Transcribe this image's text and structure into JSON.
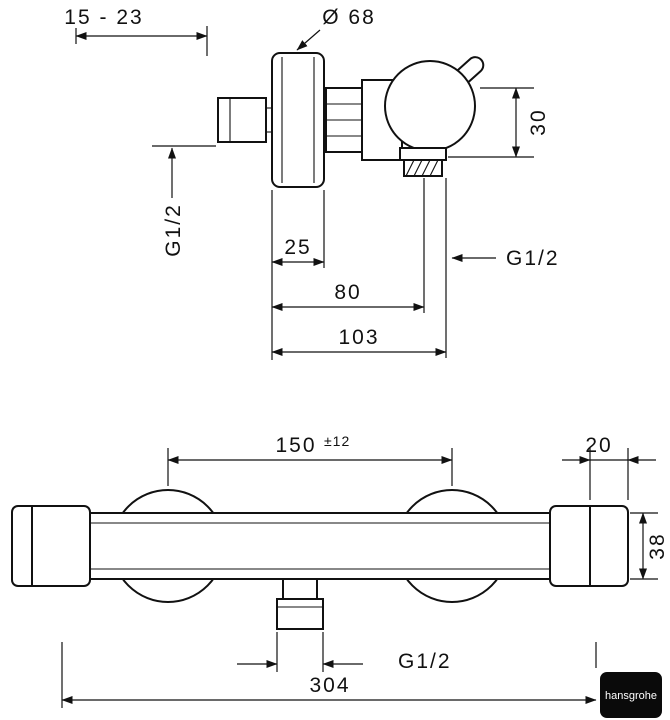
{
  "drawing": {
    "ink_color": "#111111",
    "background": "#ffffff",
    "top_view": {
      "dim_wall_depth": "15 - 23",
      "dim_escutcheon_diameter": "Ø 68",
      "dim_outlet_height": "30",
      "label_inlet_thread": "G1/2",
      "dim_escutcheon_depth": "25",
      "dim_outlet_offset": "80",
      "dim_overall_depth": "103",
      "label_outlet_thread": "G1/2"
    },
    "front_view": {
      "dim_inlet_centers": "150",
      "dim_inlet_centers_tolerance": "±12",
      "dim_handle_cap": "20",
      "dim_body_diameter": "38",
      "label_outlet_thread": "G1/2",
      "dim_overall_width": "304"
    },
    "brand": {
      "logo_text": "hansgrohe"
    }
  }
}
